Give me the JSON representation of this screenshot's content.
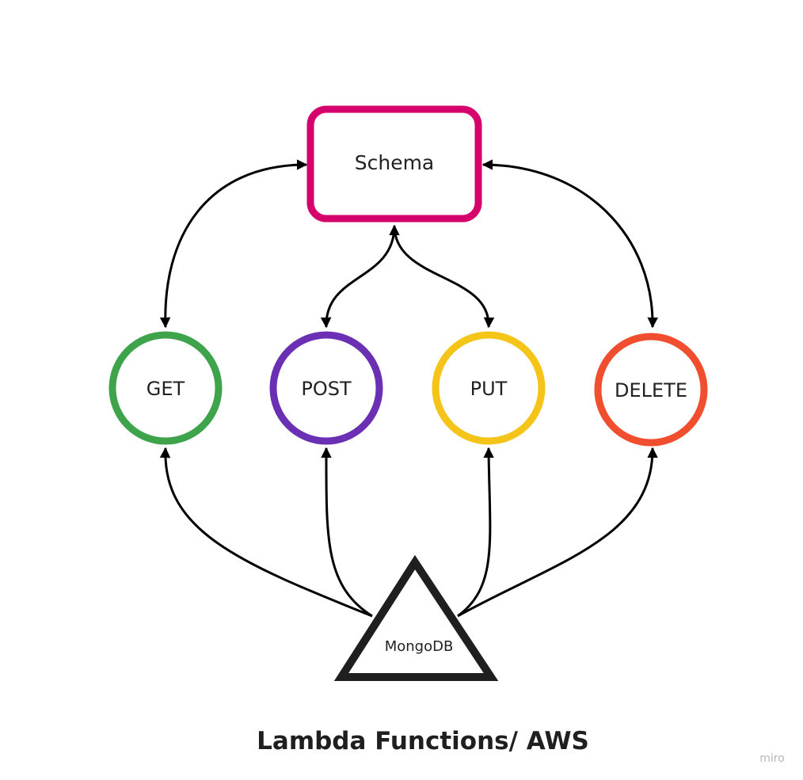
{
  "nodes": {
    "schema": {
      "label": "Schema",
      "color": "#d6006c"
    },
    "get": {
      "label": "GET",
      "color": "#3ea34a"
    },
    "post": {
      "label": "POST",
      "color": "#6a2fb3"
    },
    "put": {
      "label": "PUT",
      "color": "#f5c418"
    },
    "delete": {
      "label": "DELETE",
      "color": "#f04e2e"
    },
    "mongodb": {
      "label": "MongoDB",
      "color": "#1f1f1f"
    }
  },
  "title": "Lambda Functions/ AWS",
  "watermark": "miro",
  "connector_color": "#000000"
}
